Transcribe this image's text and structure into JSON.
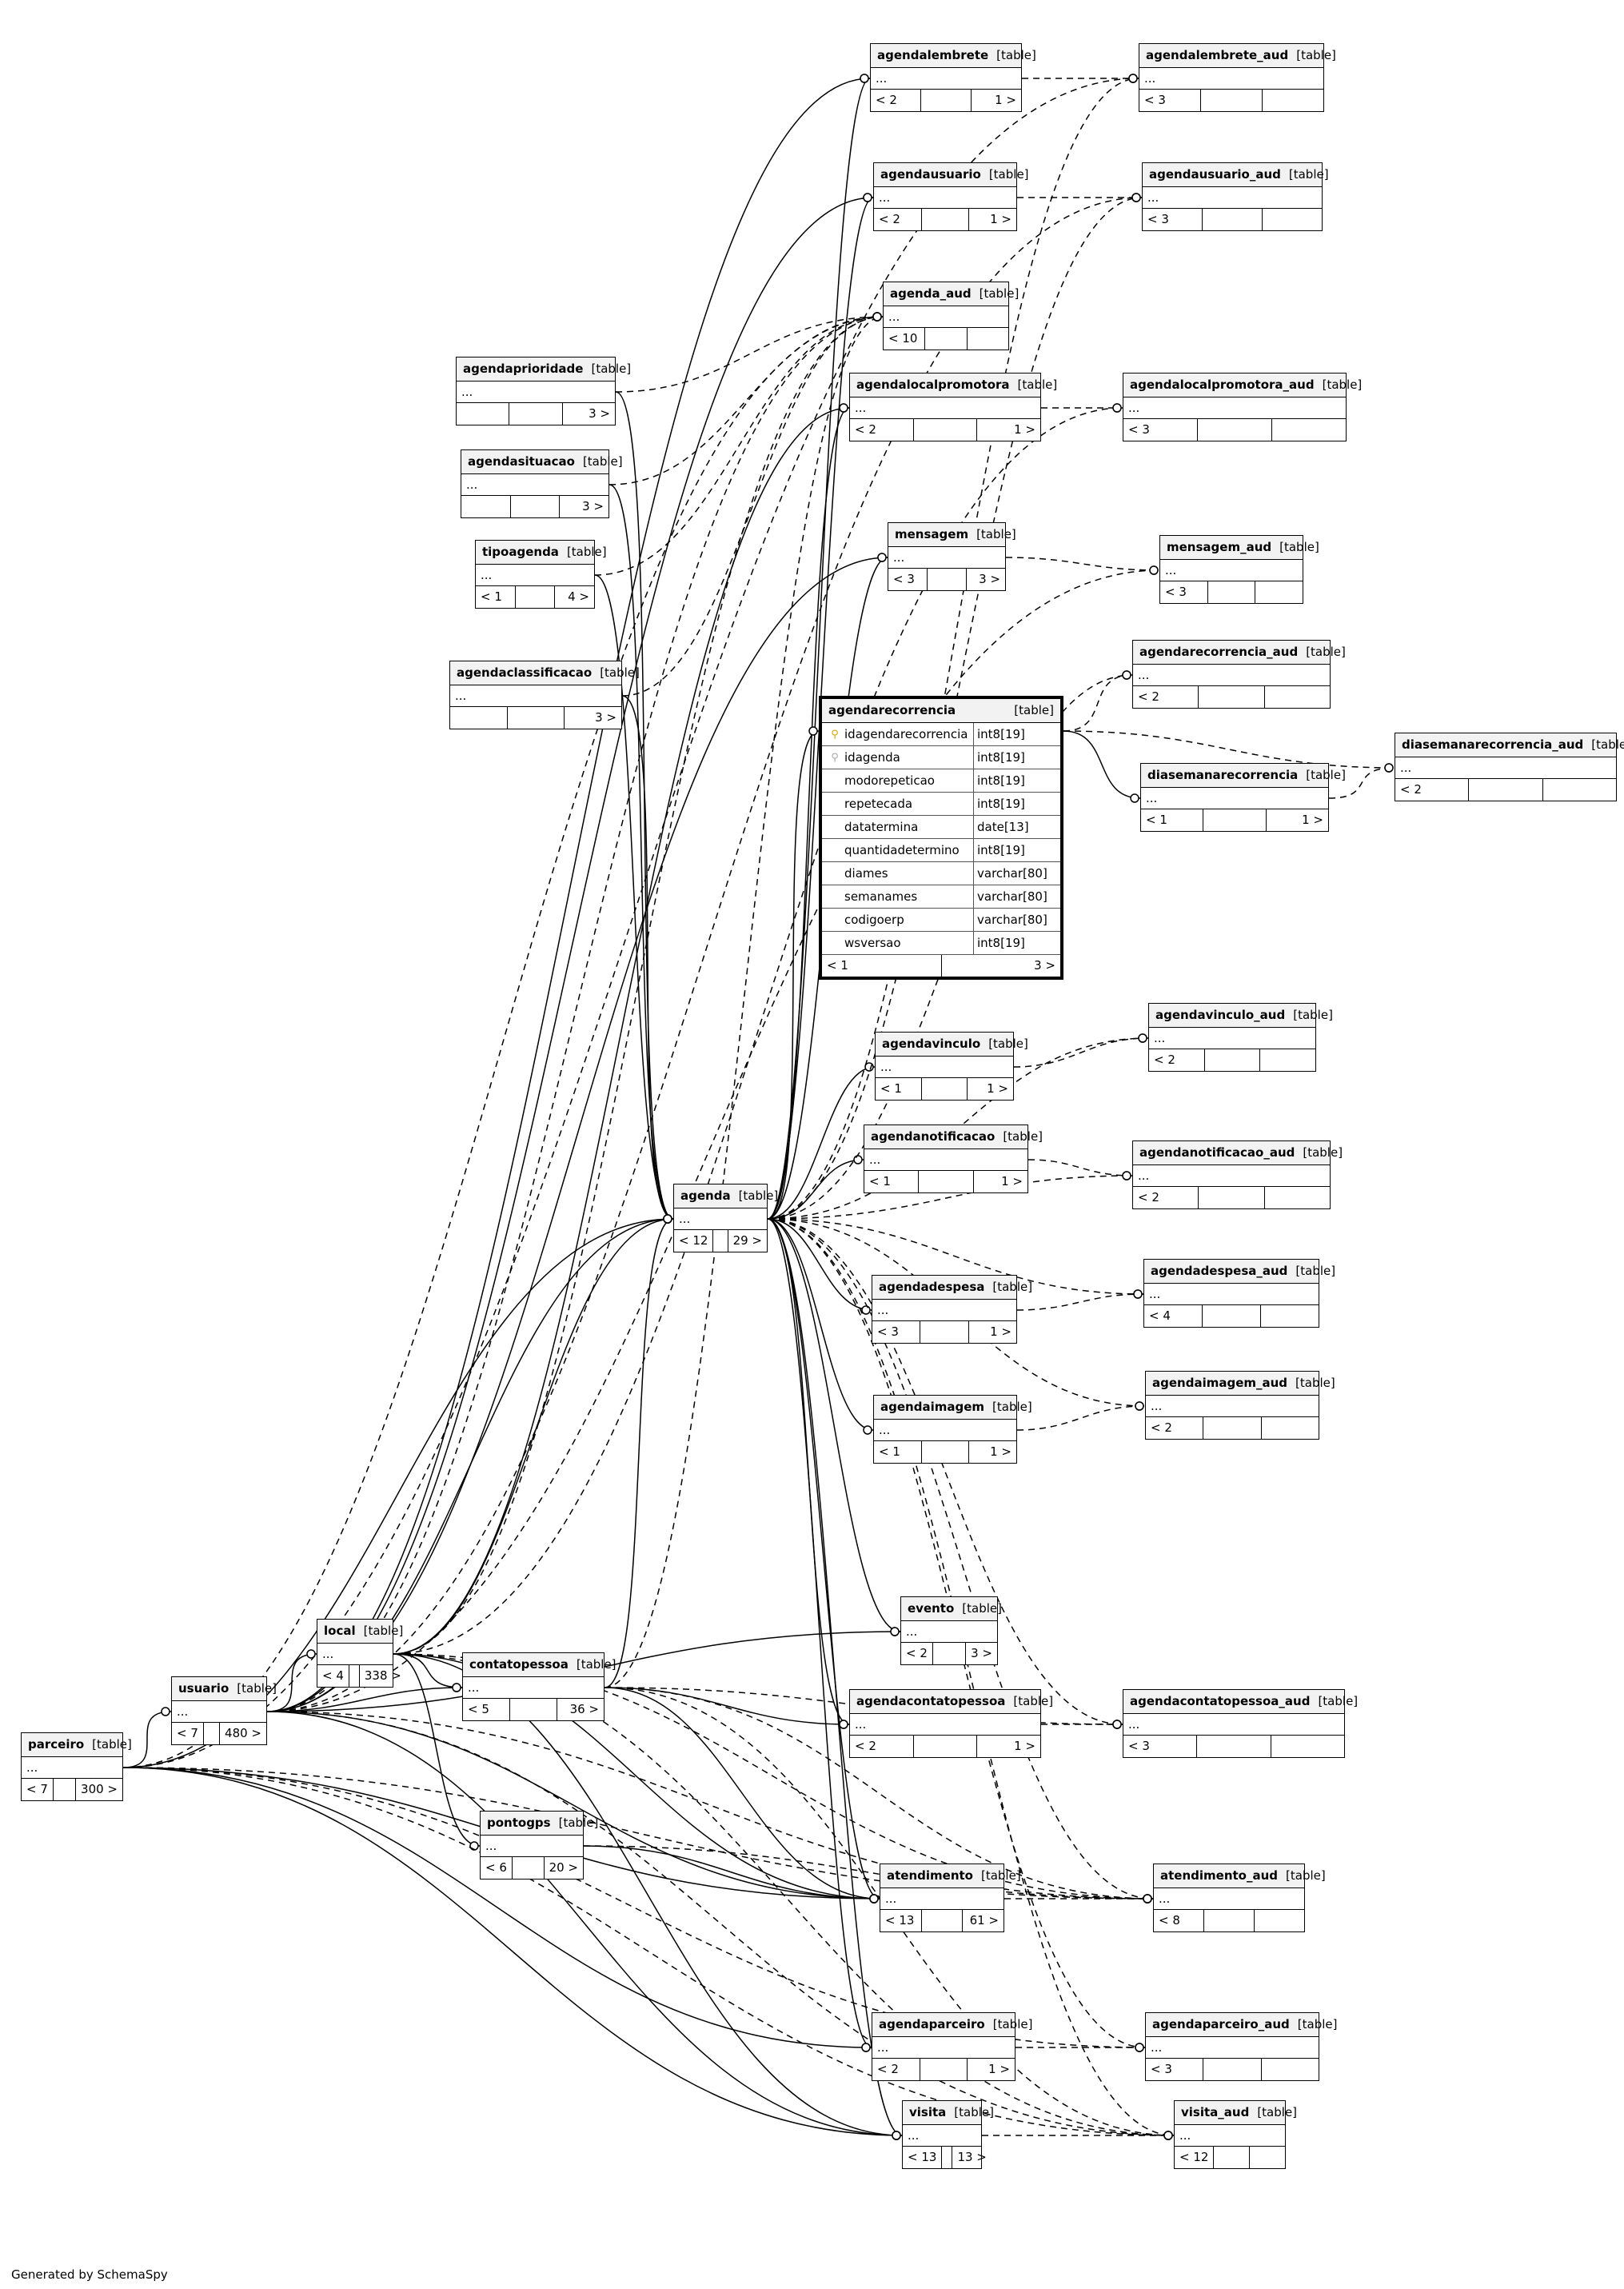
{
  "generated_by": "Generated by SchemaSpy",
  "focus_table": {
    "id": "agendarecorrencia",
    "name": "agendarecorrencia",
    "type": "[table]",
    "columns": [
      {
        "name": "idagendarecorrencia",
        "type": "int8[19]",
        "key": "primary"
      },
      {
        "name": "idagenda",
        "type": "int8[19]",
        "key": "foreign"
      },
      {
        "name": "modorepeticao",
        "type": "int8[19]",
        "key": ""
      },
      {
        "name": "repetecada",
        "type": "int8[19]",
        "key": ""
      },
      {
        "name": "datatermina",
        "type": "date[13]",
        "key": ""
      },
      {
        "name": "quantidadetermino",
        "type": "int8[19]",
        "key": ""
      },
      {
        "name": "diames",
        "type": "varchar[80]",
        "key": ""
      },
      {
        "name": "semanames",
        "type": "varchar[80]",
        "key": ""
      },
      {
        "name": "codigoerp",
        "type": "varchar[80]",
        "key": ""
      },
      {
        "name": "wsversao",
        "type": "int8[19]",
        "key": ""
      }
    ],
    "parents": "< 1",
    "children": "3 >"
  },
  "tables": [
    {
      "id": "agendalembrete",
      "name": "agendalembrete",
      "type": "[table]",
      "body": "...",
      "parents": "< 2",
      "children": "1 >"
    },
    {
      "id": "agendalembrete_aud",
      "name": "agendalembrete_aud",
      "type": "[table]",
      "body": "...",
      "parents": "< 3",
      "children": ""
    },
    {
      "id": "agendausuario",
      "name": "agendausuario",
      "type": "[table]",
      "body": "...",
      "parents": "< 2",
      "children": "1 >"
    },
    {
      "id": "agendausuario_aud",
      "name": "agendausuario_aud",
      "type": "[table]",
      "body": "...",
      "parents": "< 3",
      "children": ""
    },
    {
      "id": "agenda_aud",
      "name": "agenda_aud",
      "type": "[table]",
      "body": "...",
      "parents": "< 10",
      "children": ""
    },
    {
      "id": "agendaprioridade",
      "name": "agendaprioridade",
      "type": "[table]",
      "body": "...",
      "parents": "",
      "children": "3 >"
    },
    {
      "id": "agendalocalpromotora",
      "name": "agendalocalpromotora",
      "type": "[table]",
      "body": "...",
      "parents": "< 2",
      "children": "1 >"
    },
    {
      "id": "agendalocalpromotora_aud",
      "name": "agendalocalpromotora_aud",
      "type": "[table]",
      "body": "...",
      "parents": "< 3",
      "children": ""
    },
    {
      "id": "agendasituacao",
      "name": "agendasituacao",
      "type": "[table]",
      "body": "...",
      "parents": "",
      "children": "3 >"
    },
    {
      "id": "tipoagenda",
      "name": "tipoagenda",
      "type": "[table]",
      "body": "...",
      "parents": "< 1",
      "children": "4 >"
    },
    {
      "id": "mensagem",
      "name": "mensagem",
      "type": "[table]",
      "body": "...",
      "parents": "< 3",
      "children": "3 >"
    },
    {
      "id": "mensagem_aud",
      "name": "mensagem_aud",
      "type": "[table]",
      "body": "...",
      "parents": "< 3",
      "children": ""
    },
    {
      "id": "agendaclassificacao",
      "name": "agendaclassificacao",
      "type": "[table]",
      "body": "...",
      "parents": "",
      "children": "3 >"
    },
    {
      "id": "agendarecorrencia_aud",
      "name": "agendarecorrencia_aud",
      "type": "[table]",
      "body": "...",
      "parents": "< 2",
      "children": ""
    },
    {
      "id": "diasemanarecorrencia_aud",
      "name": "diasemanarecorrencia_aud",
      "type": "[table]",
      "body": "...",
      "parents": "< 2",
      "children": ""
    },
    {
      "id": "diasemanarecorrencia",
      "name": "diasemanarecorrencia",
      "type": "[table]",
      "body": "...",
      "parents": "< 1",
      "children": "1 >"
    },
    {
      "id": "agendavinculo",
      "name": "agendavinculo",
      "type": "[table]",
      "body": "...",
      "parents": "< 1",
      "children": "1 >"
    },
    {
      "id": "agendavinculo_aud",
      "name": "agendavinculo_aud",
      "type": "[table]",
      "body": "...",
      "parents": "< 2",
      "children": ""
    },
    {
      "id": "agendanotificacao",
      "name": "agendanotificacao",
      "type": "[table]",
      "body": "...",
      "parents": "< 1",
      "children": "1 >"
    },
    {
      "id": "agendanotificacao_aud",
      "name": "agendanotificacao_aud",
      "type": "[table]",
      "body": "...",
      "parents": "< 2",
      "children": ""
    },
    {
      "id": "agenda",
      "name": "agenda",
      "type": "[table]",
      "body": "...",
      "parents": "< 12",
      "children": "29 >"
    },
    {
      "id": "agendadespesa",
      "name": "agendadespesa",
      "type": "[table]",
      "body": "...",
      "parents": "< 3",
      "children": "1 >"
    },
    {
      "id": "agendadespesa_aud",
      "name": "agendadespesa_aud",
      "type": "[table]",
      "body": "...",
      "parents": "< 4",
      "children": ""
    },
    {
      "id": "agendaimagem",
      "name": "agendaimagem",
      "type": "[table]",
      "body": "...",
      "parents": "< 1",
      "children": "1 >"
    },
    {
      "id": "agendaimagem_aud",
      "name": "agendaimagem_aud",
      "type": "[table]",
      "body": "...",
      "parents": "< 2",
      "children": ""
    },
    {
      "id": "evento",
      "name": "evento",
      "type": "[table]",
      "body": "...",
      "parents": "< 2",
      "children": "3 >"
    },
    {
      "id": "local",
      "name": "local",
      "type": "[table]",
      "body": "...",
      "parents": "< 4",
      "children": "338 >"
    },
    {
      "id": "usuario",
      "name": "usuario",
      "type": "[table]",
      "body": "...",
      "parents": "< 7",
      "children": "480 >"
    },
    {
      "id": "contatopessoa",
      "name": "contatopessoa",
      "type": "[table]",
      "body": "...",
      "parents": "< 5",
      "children": "36 >"
    },
    {
      "id": "agendacontatopessoa",
      "name": "agendacontatopessoa",
      "type": "[table]",
      "body": "...",
      "parents": "< 2",
      "children": "1 >"
    },
    {
      "id": "agendacontatopessoa_aud",
      "name": "agendacontatopessoa_aud",
      "type": "[table]",
      "body": "...",
      "parents": "< 3",
      "children": ""
    },
    {
      "id": "parceiro",
      "name": "parceiro",
      "type": "[table]",
      "body": "...",
      "parents": "< 7",
      "children": "300 >"
    },
    {
      "id": "pontogps",
      "name": "pontogps",
      "type": "[table]",
      "body": "...",
      "parents": "< 6",
      "children": "20 >"
    },
    {
      "id": "atendimento",
      "name": "atendimento",
      "type": "[table]",
      "body": "...",
      "parents": "< 13",
      "children": "61 >"
    },
    {
      "id": "atendimento_aud",
      "name": "atendimento_aud",
      "type": "[table]",
      "body": "...",
      "parents": "< 8",
      "children": ""
    },
    {
      "id": "agendaparceiro",
      "name": "agendaparceiro",
      "type": "[table]",
      "body": "...",
      "parents": "< 2",
      "children": "1 >"
    },
    {
      "id": "agendaparceiro_aud",
      "name": "agendaparceiro_aud",
      "type": "[table]",
      "body": "...",
      "parents": "< 3",
      "children": ""
    },
    {
      "id": "visita",
      "name": "visita",
      "type": "[table]",
      "body": "...",
      "parents": "< 13",
      "children": "13 >"
    },
    {
      "id": "visita_aud",
      "name": "visita_aud",
      "type": "[table]",
      "body": "...",
      "parents": "< 12",
      "children": ""
    }
  ],
  "relationships": [
    {
      "from": "agenda",
      "to": "agendalembrete",
      "style": "solid"
    },
    {
      "from": "agenda",
      "to": "agendausuario",
      "style": "solid"
    },
    {
      "from": "agenda",
      "to": "agendalocalpromotora",
      "style": "solid"
    },
    {
      "from": "agenda",
      "to": "mensagem",
      "style": "solid"
    },
    {
      "from": "agenda",
      "to": "agendarecorrencia",
      "style": "solid"
    },
    {
      "from": "agenda",
      "to": "agendavinculo",
      "style": "solid"
    },
    {
      "from": "agenda",
      "to": "agendanotificacao",
      "style": "solid"
    },
    {
      "from": "agenda",
      "to": "agendadespesa",
      "style": "solid"
    },
    {
      "from": "agenda",
      "to": "agendaimagem",
      "style": "solid"
    },
    {
      "from": "agenda",
      "to": "evento",
      "style": "solid"
    },
    {
      "from": "agenda",
      "to": "agendacontatopessoa",
      "style": "solid"
    },
    {
      "from": "agenda",
      "to": "atendimento",
      "style": "solid"
    },
    {
      "from": "agenda",
      "to": "agendaparceiro",
      "style": "solid"
    },
    {
      "from": "agenda",
      "to": "visita",
      "style": "solid"
    },
    {
      "from": "agendaprioridade",
      "to": "agenda",
      "style": "solid"
    },
    {
      "from": "agendasituacao",
      "to": "agenda",
      "style": "solid"
    },
    {
      "from": "tipoagenda",
      "to": "agenda",
      "style": "solid"
    },
    {
      "from": "agendaclassificacao",
      "to": "agenda",
      "style": "solid"
    },
    {
      "from": "local",
      "to": "agenda",
      "style": "solid"
    },
    {
      "from": "usuario",
      "to": "agenda",
      "style": "solid"
    },
    {
      "from": "parceiro",
      "to": "agenda",
      "style": "solid"
    },
    {
      "from": "contatopessoa",
      "to": "agenda",
      "style": "solid"
    },
    {
      "from": "usuario",
      "to": "local",
      "style": "solid"
    },
    {
      "from": "parceiro",
      "to": "usuario",
      "style": "solid"
    },
    {
      "from": "local",
      "to": "contatopessoa",
      "style": "solid"
    },
    {
      "from": "usuario",
      "to": "contatopessoa",
      "style": "solid"
    },
    {
      "from": "local",
      "to": "pontogps",
      "style": "solid"
    },
    {
      "from": "usuario",
      "to": "atendimento",
      "style": "solid"
    },
    {
      "from": "local",
      "to": "atendimento",
      "style": "solid"
    },
    {
      "from": "parceiro",
      "to": "atendimento",
      "style": "solid"
    },
    {
      "from": "contatopessoa",
      "to": "atendimento",
      "style": "solid"
    },
    {
      "from": "pontogps",
      "to": "atendimento",
      "style": "solid"
    },
    {
      "from": "usuario",
      "to": "visita",
      "style": "solid"
    },
    {
      "from": "parceiro",
      "to": "visita",
      "style": "solid"
    },
    {
      "from": "local",
      "to": "visita",
      "style": "solid"
    },
    {
      "from": "usuario",
      "to": "agendausuario",
      "style": "solid"
    },
    {
      "from": "usuario",
      "to": "agendalembrete",
      "style": "solid"
    },
    {
      "from": "usuario",
      "to": "mensagem",
      "style": "solid"
    },
    {
      "from": "parceiro",
      "to": "agendaparceiro",
      "style": "solid"
    },
    {
      "from": "local",
      "to": "agendalocalpromotora",
      "style": "solid"
    },
    {
      "from": "contatopessoa",
      "to": "agendacontatopessoa",
      "style": "solid"
    },
    {
      "from": "usuario",
      "to": "evento",
      "style": "solid"
    },
    {
      "from": "agendarecorrencia",
      "to": "diasemanarecorrencia",
      "style": "solid"
    },
    {
      "from": "agendalembrete",
      "to": "agendalembrete_aud",
      "style": "dashed"
    },
    {
      "from": "agendausuario",
      "to": "agendausuario_aud",
      "style": "dashed"
    },
    {
      "from": "agendalocalpromotora",
      "to": "agendalocalpromotora_aud",
      "style": "dashed"
    },
    {
      "from": "mensagem",
      "to": "mensagem_aud",
      "style": "dashed"
    },
    {
      "from": "agendarecorrencia",
      "to": "agendarecorrencia_aud",
      "style": "dashed"
    },
    {
      "from": "agendarecorrencia",
      "to": "diasemanarecorrencia_aud",
      "style": "dashed"
    },
    {
      "from": "diasemanarecorrencia",
      "to": "diasemanarecorrencia_aud",
      "style": "dashed"
    },
    {
      "from": "agendavinculo",
      "to": "agendavinculo_aud",
      "style": "dashed"
    },
    {
      "from": "agendanotificacao",
      "to": "agendanotificacao_aud",
      "style": "dashed"
    },
    {
      "from": "agendadespesa",
      "to": "agendadespesa_aud",
      "style": "dashed"
    },
    {
      "from": "agendaimagem",
      "to": "agendaimagem_aud",
      "style": "dashed"
    },
    {
      "from": "agendacontatopessoa",
      "to": "agendacontatopessoa_aud",
      "style": "dashed"
    },
    {
      "from": "atendimento",
      "to": "atendimento_aud",
      "style": "dashed"
    },
    {
      "from": "agendaparceiro",
      "to": "agendaparceiro_aud",
      "style": "dashed"
    },
    {
      "from": "visita",
      "to": "visita_aud",
      "style": "dashed"
    },
    {
      "from": "agenda",
      "to": "agendalembrete_aud",
      "style": "dashed"
    },
    {
      "from": "agenda",
      "to": "agendausuario_aud",
      "style": "dashed"
    },
    {
      "from": "agenda",
      "to": "agendavinculo_aud",
      "style": "dashed"
    },
    {
      "from": "agenda",
      "to": "agendanotificacao_aud",
      "style": "dashed"
    },
    {
      "from": "agenda",
      "to": "agendadespesa_aud",
      "style": "dashed"
    },
    {
      "from": "agenda",
      "to": "agendaimagem_aud",
      "style": "dashed"
    },
    {
      "from": "agenda",
      "to": "agendacontatopessoa_aud",
      "style": "dashed"
    },
    {
      "from": "agenda",
      "to": "atendimento_aud",
      "style": "dashed"
    },
    {
      "from": "agenda",
      "to": "agendaparceiro_aud",
      "style": "dashed"
    },
    {
      "from": "agenda",
      "to": "visita_aud",
      "style": "dashed"
    },
    {
      "from": "agenda",
      "to": "agendarecorrencia_aud",
      "style": "dashed"
    },
    {
      "from": "agendaprioridade",
      "to": "agenda_aud",
      "style": "dashed"
    },
    {
      "from": "agendasituacao",
      "to": "agenda_aud",
      "style": "dashed"
    },
    {
      "from": "tipoagenda",
      "to": "agenda_aud",
      "style": "dashed"
    },
    {
      "from": "agendaclassificacao",
      "to": "agenda_aud",
      "style": "dashed"
    },
    {
      "from": "local",
      "to": "agenda_aud",
      "style": "dashed"
    },
    {
      "from": "usuario",
      "to": "agenda_aud",
      "style": "dashed"
    },
    {
      "from": "parceiro",
      "to": "agenda_aud",
      "style": "dashed"
    },
    {
      "from": "contatopessoa",
      "to": "agenda_aud",
      "style": "dashed"
    },
    {
      "from": "parceiro",
      "to": "agendalembrete_aud",
      "style": "dashed"
    },
    {
      "from": "usuario",
      "to": "agendausuario_aud",
      "style": "dashed"
    },
    {
      "from": "local",
      "to": "agendalocalpromotora_aud",
      "style": "dashed"
    },
    {
      "from": "usuario",
      "to": "mensagem_aud",
      "style": "dashed"
    },
    {
      "from": "contatopessoa",
      "to": "agendacontatopessoa_aud",
      "style": "dashed"
    },
    {
      "from": "usuario",
      "to": "atendimento_aud",
      "style": "dashed"
    },
    {
      "from": "local",
      "to": "atendimento_aud",
      "style": "dashed"
    },
    {
      "from": "contatopessoa",
      "to": "atendimento_aud",
      "style": "dashed"
    },
    {
      "from": "pontogps",
      "to": "atendimento_aud",
      "style": "dashed"
    },
    {
      "from": "parceiro",
      "to": "atendimento_aud",
      "style": "dashed"
    },
    {
      "from": "parceiro",
      "to": "agendaparceiro_aud",
      "style": "dashed"
    },
    {
      "from": "parceiro",
      "to": "visita_aud",
      "style": "dashed"
    },
    {
      "from": "usuario",
      "to": "visita_aud",
      "style": "dashed"
    },
    {
      "from": "local",
      "to": "visita_aud",
      "style": "dashed"
    },
    {
      "from": "contatopessoa",
      "to": "visita_aud",
      "style": "dashed"
    }
  ]
}
